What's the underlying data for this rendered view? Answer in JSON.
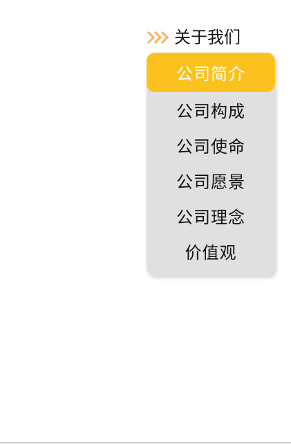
{
  "header": {
    "title": "关于我们",
    "icon": "triple-chevron-right-icon",
    "icon_color": "#f5b25e"
  },
  "menu": {
    "active_index": 0,
    "active_bg": "#fbc21f",
    "panel_bg": "#e0e0e0",
    "items": [
      {
        "label": "公司简介"
      },
      {
        "label": "公司构成"
      },
      {
        "label": "公司使命"
      },
      {
        "label": "公司愿景"
      },
      {
        "label": "公司理念"
      },
      {
        "label": "价值观"
      }
    ]
  }
}
